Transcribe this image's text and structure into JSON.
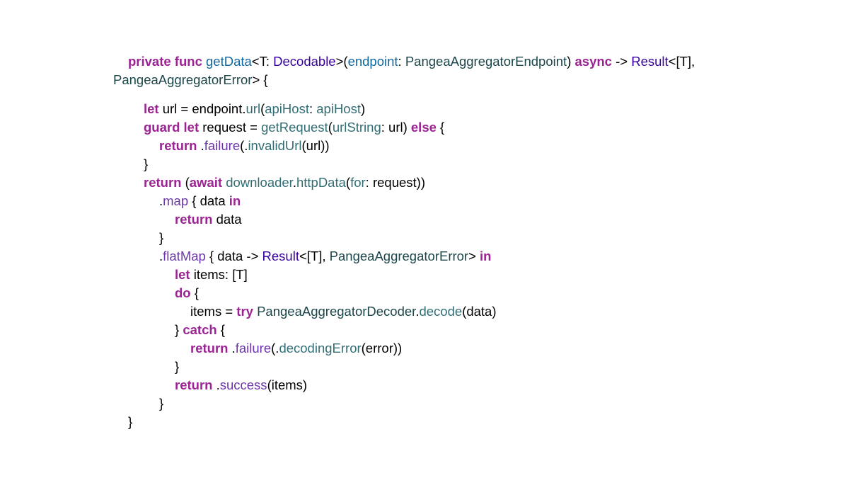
{
  "lines": [
    {
      "indent": 1,
      "tokens": [
        [
          "private func ",
          "kw"
        ],
        [
          "getData",
          "fn"
        ],
        [
          "<T: ",
          "tx"
        ],
        [
          "Decodable",
          "ty"
        ],
        [
          ">(",
          "tx"
        ],
        [
          "endpoint",
          "fn"
        ],
        [
          ": ",
          "tx"
        ],
        [
          "PangeaAggregatorEndpoint",
          "pt"
        ],
        [
          ") ",
          "tx"
        ],
        [
          "async",
          "kw"
        ],
        [
          " -> ",
          "tx"
        ],
        [
          "Result",
          "ty"
        ],
        [
          "<[T],",
          "tx"
        ]
      ]
    },
    {
      "indent": 0,
      "tokens": [
        [
          "PangeaAggregatorError",
          "pt"
        ],
        [
          "> {",
          "tx"
        ]
      ]
    },
    {
      "indent": -1,
      "tokens": []
    },
    {
      "indent": 2,
      "tokens": [
        [
          "let",
          "kw"
        ],
        [
          " url = endpoint.",
          "tx"
        ],
        [
          "url",
          "id"
        ],
        [
          "(",
          "tx"
        ],
        [
          "apiHost",
          "id"
        ],
        [
          ": ",
          "tx"
        ],
        [
          "apiHost",
          "id"
        ],
        [
          ")",
          "tx"
        ]
      ]
    },
    {
      "indent": 2,
      "tokens": [
        [
          "guard let",
          "kw"
        ],
        [
          " request = ",
          "tx"
        ],
        [
          "getRequest",
          "id"
        ],
        [
          "(",
          "tx"
        ],
        [
          "urlString",
          "id"
        ],
        [
          ": url) ",
          "tx"
        ],
        [
          "else",
          "kw"
        ],
        [
          " {",
          "tx"
        ]
      ]
    },
    {
      "indent": 3,
      "tokens": [
        [
          "return",
          "kw"
        ],
        [
          " .",
          "tx"
        ],
        [
          "failure",
          "me"
        ],
        [
          "(.",
          "tx"
        ],
        [
          "invalidUrl",
          "id"
        ],
        [
          "(url))",
          "tx"
        ]
      ]
    },
    {
      "indent": 2,
      "tokens": [
        [
          "}",
          "tx"
        ]
      ]
    },
    {
      "indent": 2,
      "tokens": [
        [
          "return",
          "kw"
        ],
        [
          " (",
          "tx"
        ],
        [
          "await",
          "kw"
        ],
        [
          " ",
          "tx"
        ],
        [
          "downloader",
          "id"
        ],
        [
          ".",
          "tx"
        ],
        [
          "httpData",
          "id"
        ],
        [
          "(",
          "tx"
        ],
        [
          "for",
          "id"
        ],
        [
          ": request))",
          "tx"
        ]
      ]
    },
    {
      "indent": 3,
      "tokens": [
        [
          ".",
          "tx"
        ],
        [
          "map",
          "me"
        ],
        [
          " { data ",
          "tx"
        ],
        [
          "in",
          "kw"
        ]
      ]
    },
    {
      "indent": 4,
      "tokens": [
        [
          "return",
          "kw"
        ],
        [
          " data",
          "tx"
        ]
      ]
    },
    {
      "indent": 3,
      "tokens": [
        [
          "}",
          "tx"
        ]
      ]
    },
    {
      "indent": 3,
      "tokens": [
        [
          ".",
          "tx"
        ],
        [
          "flatMap",
          "me"
        ],
        [
          " { data -> ",
          "tx"
        ],
        [
          "Result",
          "ty"
        ],
        [
          "<[T], ",
          "tx"
        ],
        [
          "PangeaAggregatorError",
          "pt"
        ],
        [
          "> ",
          "tx"
        ],
        [
          "in",
          "kw"
        ]
      ]
    },
    {
      "indent": 4,
      "tokens": [
        [
          "let",
          "kw"
        ],
        [
          " items: [T]",
          "tx"
        ]
      ]
    },
    {
      "indent": 4,
      "tokens": [
        [
          "do",
          "kw"
        ],
        [
          " {",
          "tx"
        ]
      ]
    },
    {
      "indent": 5,
      "tokens": [
        [
          "items = ",
          "tx"
        ],
        [
          "try",
          "kw"
        ],
        [
          " ",
          "tx"
        ],
        [
          "PangeaAggregatorDecoder",
          "pt"
        ],
        [
          ".",
          "tx"
        ],
        [
          "decode",
          "id"
        ],
        [
          "(data)",
          "tx"
        ]
      ]
    },
    {
      "indent": 4,
      "tokens": [
        [
          "} ",
          "tx"
        ],
        [
          "catch",
          "kw"
        ],
        [
          " {",
          "tx"
        ]
      ]
    },
    {
      "indent": 5,
      "tokens": [
        [
          "return",
          "kw"
        ],
        [
          " .",
          "tx"
        ],
        [
          "failure",
          "me"
        ],
        [
          "(.",
          "tx"
        ],
        [
          "decodingError",
          "id"
        ],
        [
          "(error))",
          "tx"
        ]
      ]
    },
    {
      "indent": 4,
      "tokens": [
        [
          "}",
          "tx"
        ]
      ]
    },
    {
      "indent": 4,
      "tokens": [
        [
          "return",
          "kw"
        ],
        [
          " .",
          "tx"
        ],
        [
          "success",
          "me"
        ],
        [
          "(items)",
          "tx"
        ]
      ]
    },
    {
      "indent": 3,
      "tokens": [
        [
          "}",
          "tx"
        ]
      ]
    },
    {
      "indent": 1,
      "tokens": [
        [
          "}",
          "tx"
        ]
      ]
    }
  ]
}
